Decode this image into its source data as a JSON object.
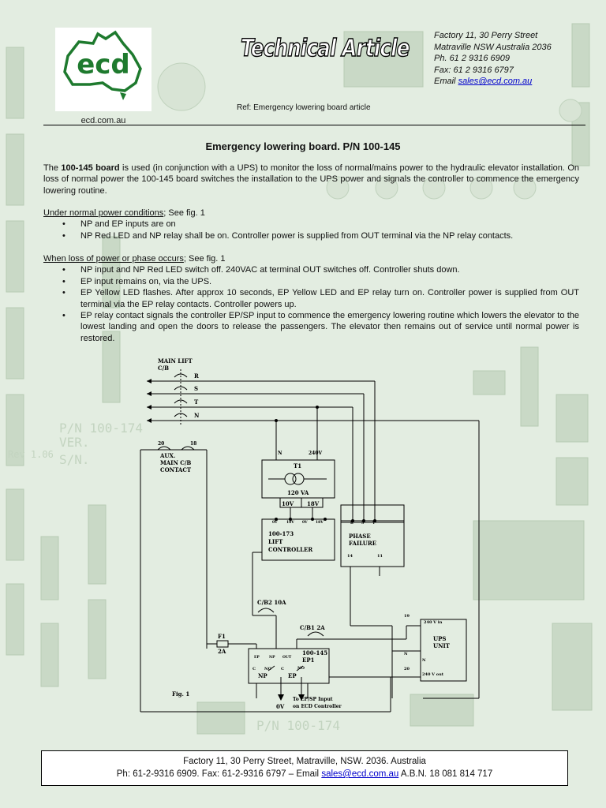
{
  "header": {
    "logo_text": "ecd",
    "site": "ecd.com.au",
    "title": "Technical Article",
    "ref": "Ref:  Emergency lowering board article",
    "contact": {
      "line1": "Factory 11, 30 Perry Street",
      "line2": "Matraville  NSW  Australia  2036",
      "line3": "Ph. 61 2 9316 6909",
      "line4": "Fax: 61 2 9316 6797",
      "email_label": "Email ",
      "email": "sales@ecd.com.au"
    }
  },
  "article": {
    "heading": "Emergency lowering board. P/N 100-145",
    "intro_pre": "The ",
    "intro_bold": "100-145 board",
    "intro_post": " is used (in conjunction with a UPS) to monitor the loss of normal/mains power to the hydraulic elevator installation. On loss of normal power the 100-145 board switches the installation to the UPS power and signals the controller to commence the emergency lowering routine.",
    "normal": {
      "title": "Under normal power conditions",
      "see": ";  See fig. 1",
      "items": [
        "NP and EP inputs are on",
        "NP Red LED and NP relay shall be on. Controller power is supplied from OUT terminal via the NP relay contacts."
      ]
    },
    "loss": {
      "title": "When loss of power or phase occurs",
      "see": ";  See fig. 1",
      "items": [
        "NP input and NP Red LED switch off. 240VAC at terminal OUT switches off. Controller shuts down.",
        "EP input remains on, via the UPS.",
        "EP Yellow LED flashes. After approx 10 seconds, EP Yellow LED and EP relay turn on. Controller power is supplied from OUT terminal via the EP relay contacts. Controller powers up.",
        "EP relay contact signals the controller EP/SP input to commence the emergency lowering routine which lowers the elevator to the lowest landing and open the doors to release the passengers. The elevator then remains out of service until normal power is restored."
      ]
    }
  },
  "diagram": {
    "main_lift": "MAIN LIFT",
    "cb": "C/B",
    "R": "R",
    "S": "S",
    "T": "T",
    "N": "N",
    "aux_20": "20",
    "aux_18": "18",
    "aux1": "AUX.",
    "aux2": "MAIN C/B",
    "aux3": "CONTACT",
    "t_n": "N",
    "t_240": "240V",
    "t1": "T1",
    "va": "120 VA",
    "v10": "10V",
    "v18": "18V",
    "ctrl1": "100-173",
    "ctrl2": "LIFT",
    "ctrl3": "CONTROLLER",
    "ctrl_pins": [
      "0V",
      "10V",
      "0V",
      "18V"
    ],
    "pf1": "PHASE",
    "pf2": "FAILURE",
    "pf_pins": [
      "R",
      "S",
      "T"
    ],
    "pf14": "14",
    "pf11": "11",
    "cb2": "C/B2 10A",
    "cb1": "C/B1 2A",
    "f1": "F1",
    "f1a": "2A",
    "ep_board1": "100-145",
    "ep_board2": "EP1",
    "ep_pins": [
      "EP",
      "NP",
      "OUT"
    ],
    "c": "C",
    "no": "NO",
    "np": "NP",
    "ep": "EP",
    "ups1": "UPS",
    "ups2": "UNIT",
    "ups_in": "240 V in",
    "ups_out": "240 V out",
    "ups_n1": "N",
    "ups_n2": "N",
    "n19": "19",
    "n20": "20",
    "fig": "Fig. 1",
    "zero_v": "0V",
    "to1": "To EP/SP Input",
    "to2": "on ECD Controller"
  },
  "footer": {
    "line1": "Factory 11, 30 Perry Street, Matraville, NSW. 2036. Australia",
    "line2_pre": "Ph: 61-2-9316 6909.  Fax: 61-2-9316 6797 – Email ",
    "email": "sales@ecd.com.au",
    "line2_post": "  A.B.N. 18 081 814 717"
  },
  "colors": {
    "logo_green": "#1e7a2e",
    "link": "#0000cc"
  }
}
